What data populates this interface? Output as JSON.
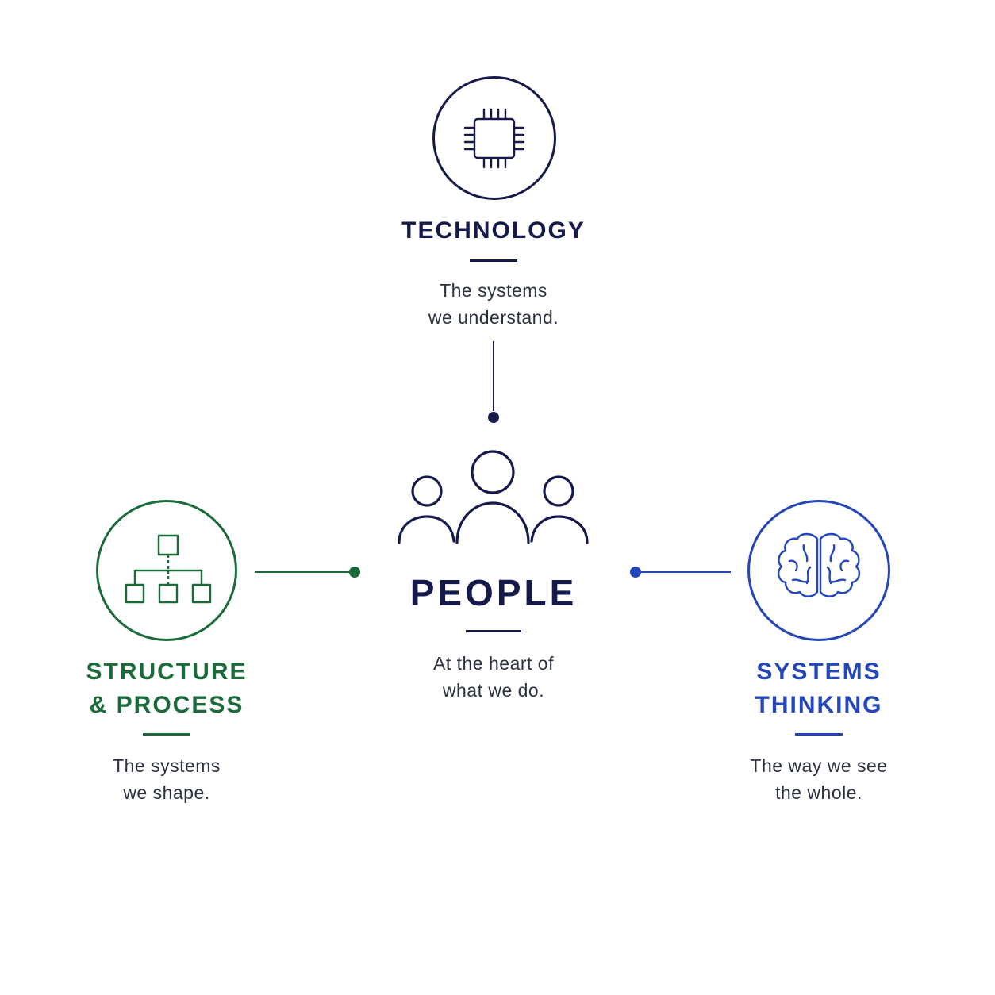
{
  "colors": {
    "navy": "#161a4a",
    "green": "#1a6a3a",
    "blue": "#2446b8",
    "text": "#2b3140"
  },
  "center": {
    "icon": "people-group-icon",
    "title": "PEOPLE",
    "description": "At the heart of\nwhat we do."
  },
  "technology": {
    "icon": "microchip-icon",
    "title": "TECHNOLOGY",
    "description": "The systems\nwe understand."
  },
  "structure_process": {
    "icon": "org-chart-icon",
    "title": "STRUCTURE\n& PROCESS",
    "description": "The systems\nwe shape."
  },
  "systems_thinking": {
    "icon": "brain-icon",
    "title": "SYSTEMS\nTHINKING",
    "description": "The way we see\nthe whole."
  }
}
